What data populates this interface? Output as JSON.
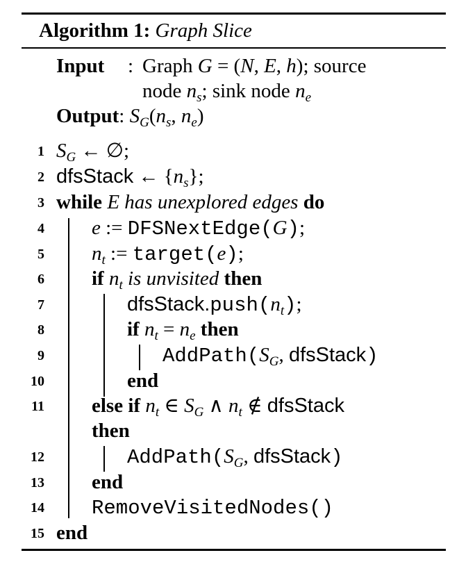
{
  "algorithm": {
    "label": "Algorithm 1:",
    "name": "Graph Slice"
  },
  "io": {
    "input_label": "Input",
    "input_colon": ":",
    "input_line1_prefix": "Graph ",
    "input_line1_math": "G = (N, E, h)",
    "input_line1_suffix": "; source",
    "input_line2": "node n_s; sink node n_e",
    "output_label": "Output",
    "output_value": "S_G(n_s, n_e)"
  },
  "line_numbers": [
    "1",
    "2",
    "3",
    "4",
    "5",
    "6",
    "7",
    "8",
    "9",
    "10",
    "11",
    "12",
    "13",
    "14",
    "15"
  ],
  "lines": {
    "l1": "S_G ← ∅;",
    "l2_var": "dfsStack",
    "l2_rest": " ← {n_s};",
    "l3_kw1": "while",
    "l3_cond": "E has unexplored edges",
    "l3_kw2": "do",
    "l4_var": "e",
    "l4_assign": " := ",
    "l4_func": "DFSNextEdge",
    "l4_arg": "(G);",
    "l5_var": "n_t",
    "l5_assign": " := ",
    "l5_func": "target",
    "l5_arg": "(e);",
    "l6_kw1": "if",
    "l6_cond": "n_t is unvisited",
    "l6_kw2": "then",
    "l7_var": "dfsStack.",
    "l7_func": "push",
    "l7_arg": "(n_t);",
    "l8_kw1": "if",
    "l8_cond": "n_t = n_e",
    "l8_kw2": "then",
    "l9_func": "AddPath",
    "l9_arg": "(S_G, dfsStack)",
    "l10_kw": "end",
    "l11_kw": "else if",
    "l11_cond": "n_t ∈ S_G ∧ n_t ∉ dfsStack",
    "l11_kw2": "then",
    "l12_func": "AddPath",
    "l12_arg": "(S_G, dfsStack)",
    "l13_kw": "end",
    "l14_func": "RemoveVisitedNodes",
    "l14_arg": "()",
    "l15_kw": "end"
  }
}
